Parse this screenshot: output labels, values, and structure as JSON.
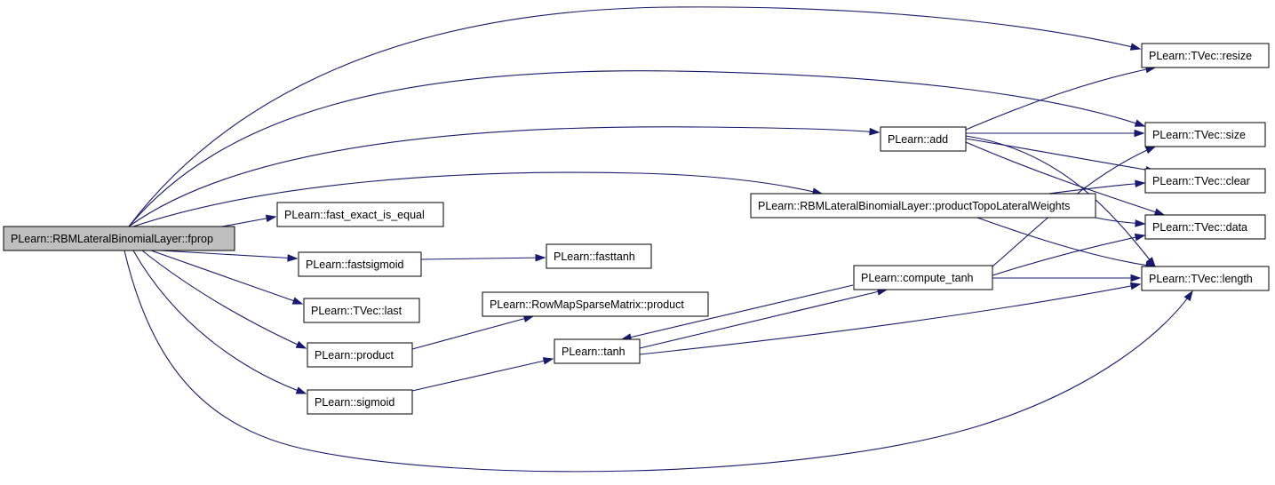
{
  "graph": {
    "colors": {
      "edge": "#191970",
      "root_fill": "#bfbfbf",
      "node_fill": "#ffffff",
      "node_stroke": "#000000"
    },
    "nodes": [
      {
        "id": "fprop",
        "label": "PLearn::RBMLateralBinomialLayer::fprop",
        "root": true
      },
      {
        "id": "fast_exact",
        "label": "PLearn::fast_exact_is_equal"
      },
      {
        "id": "fastsigmoid",
        "label": "PLearn::fastsigmoid"
      },
      {
        "id": "fasttanh",
        "label": "PLearn::fasttanh"
      },
      {
        "id": "last",
        "label": "PLearn::TVec::last"
      },
      {
        "id": "product",
        "label": "PLearn::product"
      },
      {
        "id": "rowmap",
        "label": "PLearn::RowMapSparseMatrix::product"
      },
      {
        "id": "sigmoid",
        "label": "PLearn::sigmoid"
      },
      {
        "id": "tanh",
        "label": "PLearn::tanh"
      },
      {
        "id": "compute_tanh",
        "label": "PLearn::compute_tanh"
      },
      {
        "id": "add",
        "label": "PLearn::add"
      },
      {
        "id": "ptlw",
        "label": "PLearn::RBMLateralBinomialLayer::productTopoLateralWeights"
      },
      {
        "id": "resize",
        "label": "PLearn::TVec::resize"
      },
      {
        "id": "size",
        "label": "PLearn::TVec::size"
      },
      {
        "id": "clear",
        "label": "PLearn::TVec::clear"
      },
      {
        "id": "data",
        "label": "PLearn::TVec::data"
      },
      {
        "id": "length",
        "label": "PLearn::TVec::length"
      }
    ],
    "edges": [
      {
        "from": "fprop",
        "to": "resize"
      },
      {
        "from": "fprop",
        "to": "size"
      },
      {
        "from": "fprop",
        "to": "add"
      },
      {
        "from": "fprop",
        "to": "ptlw"
      },
      {
        "from": "fprop",
        "to": "fast_exact"
      },
      {
        "from": "fprop",
        "to": "fastsigmoid"
      },
      {
        "from": "fprop",
        "to": "last"
      },
      {
        "from": "fprop",
        "to": "product"
      },
      {
        "from": "fprop",
        "to": "sigmoid"
      },
      {
        "from": "fprop",
        "to": "length"
      },
      {
        "from": "fastsigmoid",
        "to": "fasttanh"
      },
      {
        "from": "product",
        "to": "rowmap"
      },
      {
        "from": "sigmoid",
        "to": "tanh"
      },
      {
        "from": "tanh",
        "to": "compute_tanh"
      },
      {
        "from": "tanh",
        "to": "length"
      },
      {
        "from": "compute_tanh",
        "to": "tanh"
      },
      {
        "from": "compute_tanh",
        "to": "size"
      },
      {
        "from": "compute_tanh",
        "to": "data"
      },
      {
        "from": "compute_tanh",
        "to": "length"
      },
      {
        "from": "add",
        "to": "resize"
      },
      {
        "from": "add",
        "to": "size"
      },
      {
        "from": "add",
        "to": "clear"
      },
      {
        "from": "add",
        "to": "data"
      },
      {
        "from": "add",
        "to": "length"
      },
      {
        "from": "ptlw",
        "to": "clear"
      },
      {
        "from": "ptlw",
        "to": "data"
      },
      {
        "from": "ptlw",
        "to": "length"
      }
    ]
  }
}
